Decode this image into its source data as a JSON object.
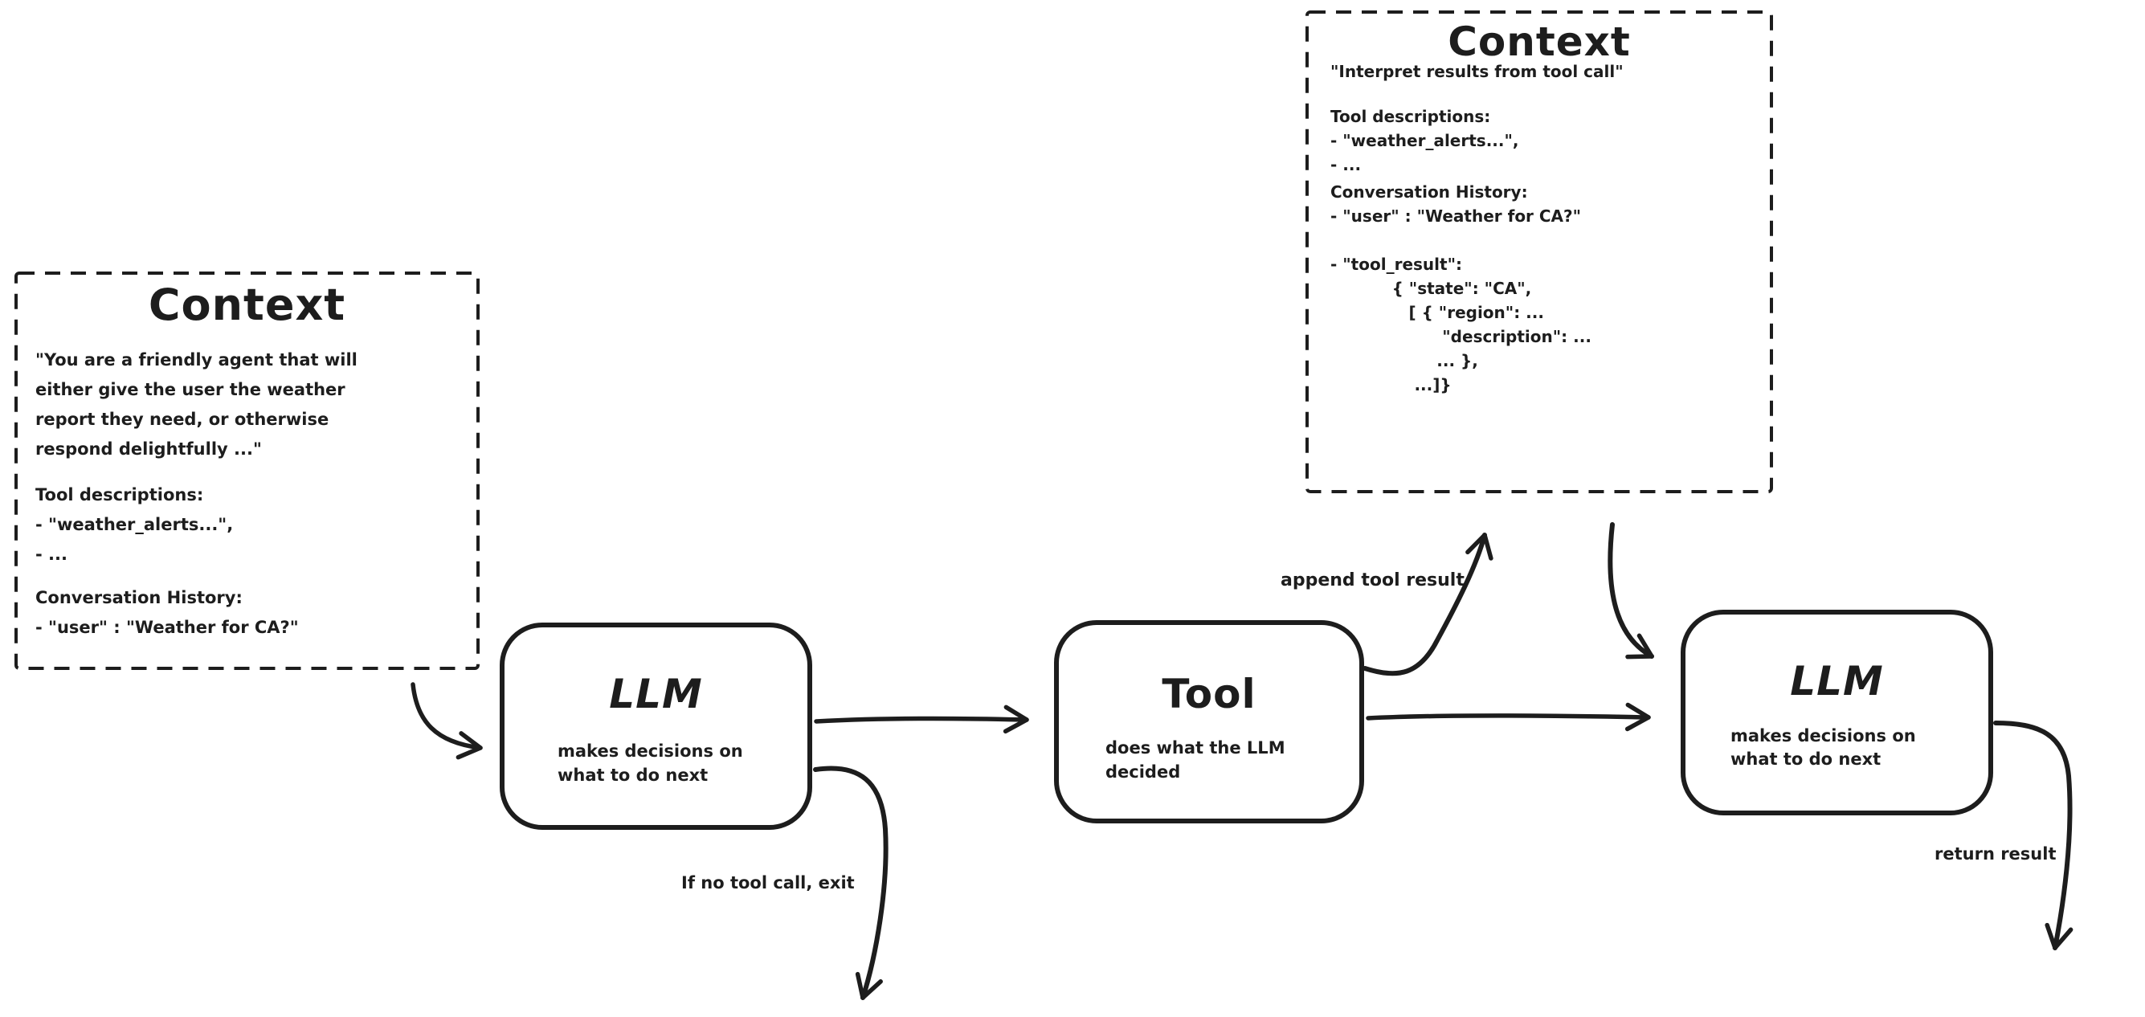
{
  "colors": {
    "ink": "#1d1d1d",
    "background": "#ffffff"
  },
  "context1": {
    "title": "Context",
    "system_prompt": "\"You are a friendly agent that will\neither give the user the weather\nreport they need, or otherwise\nrespond delightfully ...\"",
    "tool_descriptions": "Tool descriptions:\n- \"weather_alerts...\",\n- ...",
    "conversation_history": "Conversation History:\n- \"user\" : \"Weather for CA?\""
  },
  "context2": {
    "title": "Context",
    "system_prompt": "\"Interpret results from tool call\"",
    "tool_descriptions": "Tool descriptions:\n- \"weather_alerts...\",\n- ...",
    "conversation_history": "Conversation History:\n- \"user\" : \"Weather for CA?\"\n\n- \"tool_result\":\n           { \"state\": \"CA\",\n              [ { \"region\": ...\n                    \"description\": ...\n                   ... },\n               ...]}"
  },
  "llm1": {
    "title": "LLM",
    "subtitle": "makes decisions on\nwhat to do next"
  },
  "tool": {
    "title": "Tool",
    "subtitle": "does what the LLM\ndecided"
  },
  "llm2": {
    "title": "LLM",
    "subtitle": "makes decisions on\nwhat to do next"
  },
  "labels": {
    "append_tool_result": "append tool result",
    "if_no_tool_call_exit": "If no tool call, exit",
    "return_result": "return result"
  }
}
